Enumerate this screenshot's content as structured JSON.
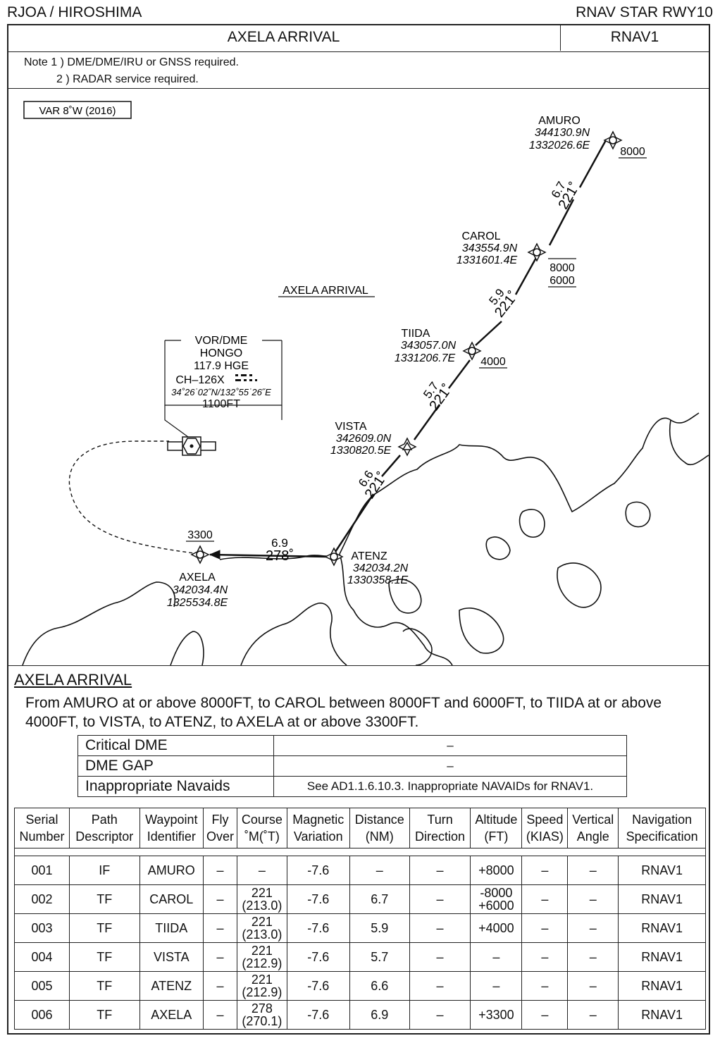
{
  "header": {
    "left": "RJOA / HIROSHIMA",
    "right": "RNAV STAR RWY10"
  },
  "title": {
    "main": "AXELA ARRIVAL",
    "spec": "RNAV1"
  },
  "notes": {
    "note1": "Note  1 ) DME/DME/IRU or GNSS required.",
    "note2": "2 ) RADAR service required."
  },
  "map": {
    "variation": "VAR 8˚W (2016)",
    "arrival_label": "AXELA ARRIVAL",
    "navaid": {
      "type": "VOR/DME",
      "name": "HONGO",
      "freq": "117.9   HGE",
      "channel": "CH–126X",
      "coords": "34˚26˙02˝N/132˚55˙26˝E",
      "elev": "1100FT"
    },
    "waypoints": [
      {
        "name": "AMURO",
        "lat": "344130.9N",
        "lon": "1332026.6E",
        "alt": [
          "8000"
        ]
      },
      {
        "name": "CAROL",
        "lat": "343554.9N",
        "lon": "1331601.4E",
        "alt": [
          "8000",
          "6000"
        ]
      },
      {
        "name": "TIIDA",
        "lat": "343057.0N",
        "lon": "1331206.7E",
        "alt": [
          "4000"
        ]
      },
      {
        "name": "VISTA",
        "lat": "342609.0N",
        "lon": "1330820.5E",
        "alt": []
      },
      {
        "name": "ATENZ",
        "lat": "342034.2N",
        "lon": "1330358.1E",
        "alt": []
      },
      {
        "name": "AXELA",
        "lat": "342034.4N",
        "lon": "1325534.8E",
        "alt": [
          "3300"
        ]
      }
    ],
    "legs": [
      {
        "dist": "6.7",
        "course": "221˚"
      },
      {
        "dist": "5.9",
        "course": "221˚"
      },
      {
        "dist": "5.7",
        "course": "221˚"
      },
      {
        "dist": "6.6",
        "course": "221˚"
      },
      {
        "dist": "6.9",
        "course": "278˚"
      }
    ]
  },
  "description": {
    "title": "AXELA ARRIVAL",
    "text": "From AMURO at or above 8000FT, to CAROL between 8000FT and 6000FT, to TIIDA at or above 4000FT, to VISTA, to ATENZ, to AXELA at or above 3300FT."
  },
  "dme_table": [
    {
      "label": "Critical DME",
      "value": "–"
    },
    {
      "label": "DME GAP",
      "value": "–"
    },
    {
      "label": "Inappropriate Navaids",
      "value": "See AD1.1.6.10.3. Inappropriate NAVAIDs for RNAV1."
    }
  ],
  "procedure_table": {
    "headers": [
      [
        "Serial",
        "Number"
      ],
      [
        "Path",
        "Descriptor"
      ],
      [
        "Waypoint",
        "Identifier"
      ],
      [
        "Fly",
        "Over"
      ],
      [
        "Course",
        "˚M(˚T)"
      ],
      [
        "Magnetic",
        "Variation"
      ],
      [
        "Distance",
        "(NM)"
      ],
      [
        "Turn",
        "Direction"
      ],
      [
        "Altitude",
        "(FT)"
      ],
      [
        "Speed",
        "(KIAS)"
      ],
      [
        "Vertical",
        "Angle"
      ],
      [
        "Navigation",
        "Specification"
      ]
    ],
    "rows": [
      {
        "serial": "001",
        "path": "IF",
        "wpt": "AMURO",
        "fly": "–",
        "course1": "–",
        "course2": "",
        "magvar": "-7.6",
        "dist": "–",
        "turn": "–",
        "alt1": "+8000",
        "alt2": "",
        "speed": "–",
        "vangle": "–",
        "nav": "RNAV1"
      },
      {
        "serial": "002",
        "path": "TF",
        "wpt": "CAROL",
        "fly": "–",
        "course1": "221",
        "course2": "(213.0)",
        "magvar": "-7.6",
        "dist": "6.7",
        "turn": "–",
        "alt1": "-8000",
        "alt2": "+6000",
        "speed": "–",
        "vangle": "–",
        "nav": "RNAV1"
      },
      {
        "serial": "003",
        "path": "TF",
        "wpt": "TIIDA",
        "fly": "–",
        "course1": "221",
        "course2": "(213.0)",
        "magvar": "-7.6",
        "dist": "5.9",
        "turn": "–",
        "alt1": "+4000",
        "alt2": "",
        "speed": "–",
        "vangle": "–",
        "nav": "RNAV1"
      },
      {
        "serial": "004",
        "path": "TF",
        "wpt": "VISTA",
        "fly": "–",
        "course1": "221",
        "course2": "(212.9)",
        "magvar": "-7.6",
        "dist": "5.7",
        "turn": "–",
        "alt1": "–",
        "alt2": "",
        "speed": "–",
        "vangle": "–",
        "nav": "RNAV1"
      },
      {
        "serial": "005",
        "path": "TF",
        "wpt": "ATENZ",
        "fly": "–",
        "course1": "221",
        "course2": "(212.9)",
        "magvar": "-7.6",
        "dist": "6.6",
        "turn": "–",
        "alt1": "–",
        "alt2": "",
        "speed": "–",
        "vangle": "–",
        "nav": "RNAV1"
      },
      {
        "serial": "006",
        "path": "TF",
        "wpt": "AXELA",
        "fly": "–",
        "course1": "278",
        "course2": "(270.1)",
        "magvar": "-7.6",
        "dist": "6.9",
        "turn": "–",
        "alt1": "+3300",
        "alt2": "",
        "speed": "–",
        "vangle": "–",
        "nav": "RNAV1"
      }
    ]
  }
}
